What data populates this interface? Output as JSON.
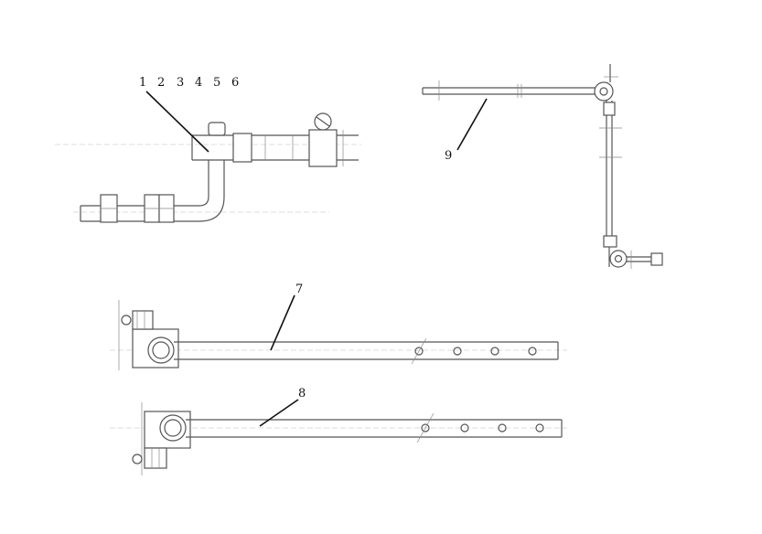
{
  "callouts": {
    "c1": "1",
    "c2": "2",
    "c3": "3",
    "c4": "4",
    "c5": "5",
    "c6": "6",
    "c7": "7",
    "c8": "8",
    "c9": "9"
  },
  "colors": {
    "line": "#555555",
    "leader": "#111111",
    "background": "#ffffff"
  }
}
